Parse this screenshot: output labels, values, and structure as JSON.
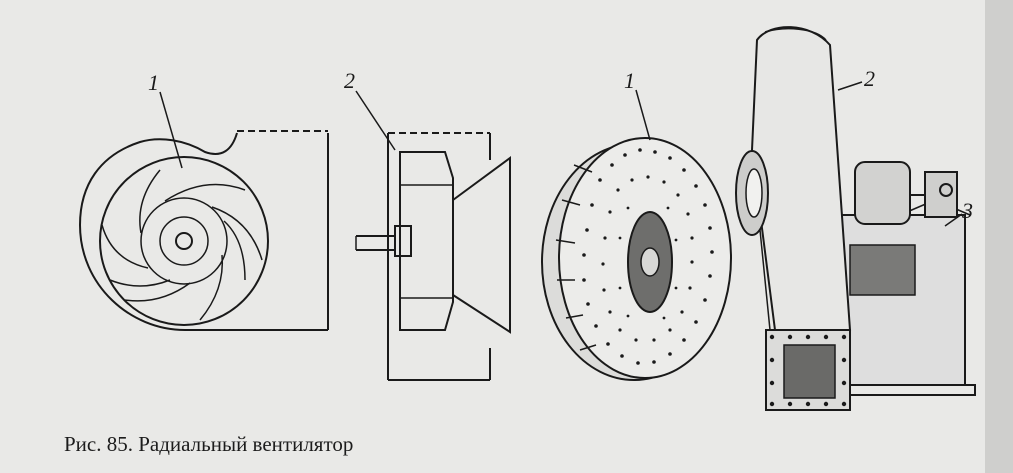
{
  "labels": {
    "fig1_casing": "1",
    "fig2_section": "2",
    "fig3_wheel": "1",
    "fig4_housing": "2",
    "fig4_frame": "3"
  },
  "caption": "Рис. 85. Радиальный вентилятор"
}
